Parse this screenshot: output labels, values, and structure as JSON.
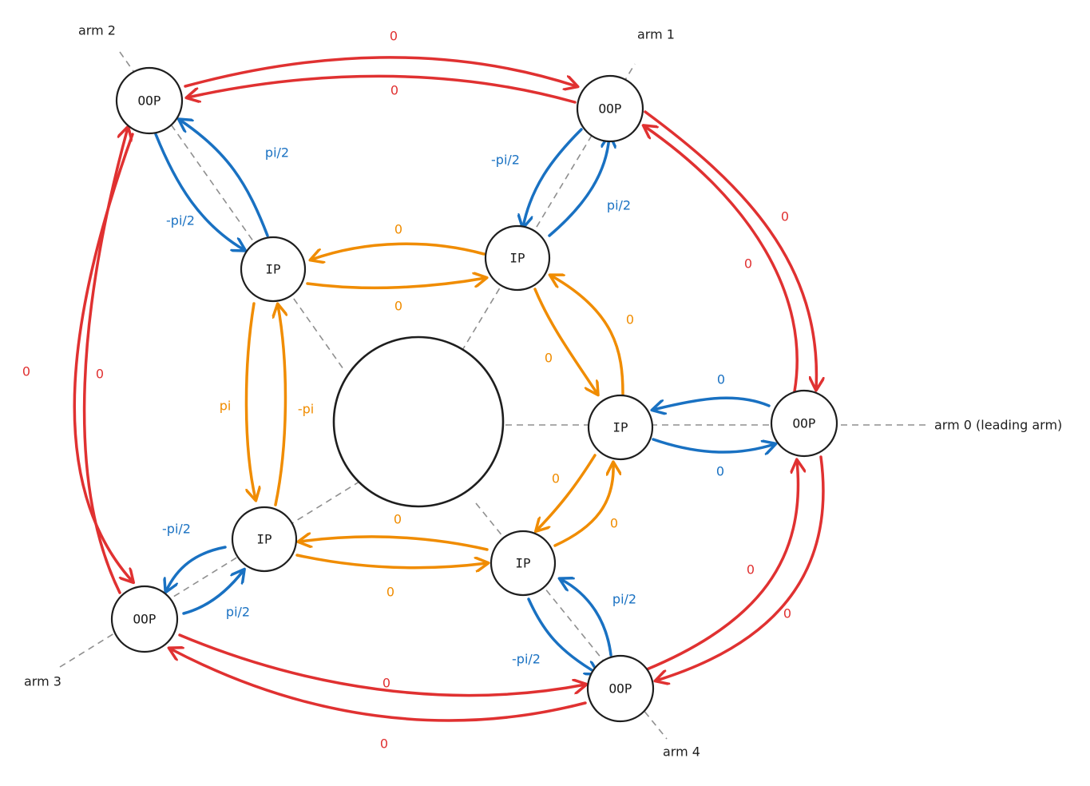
{
  "colors": {
    "red": "#e03131",
    "blue": "#1971c2",
    "orange": "#f08c00",
    "ink": "#1e1e1e",
    "axis": "#8f8f8f"
  },
  "axis_labels": {
    "arm0": "arm 0 (leading arm)",
    "arm1": "arm 1",
    "arm2": "arm 2",
    "arm3": "arm 3",
    "arm4": "arm 4"
  },
  "nodes": {
    "oop0": "OOP",
    "oop1": "OOP",
    "oop2": "OOP",
    "oop3": "OOP",
    "oop4": "OOP",
    "ip0": "IP",
    "ip1": "IP",
    "ip2": "IP",
    "ip3": "IP",
    "ip4": "IP"
  },
  "edge_labels": {
    "oop2_oop1_top": "0",
    "oop1_oop2_bottom": "0",
    "oop1_oop0_outer": "0",
    "oop0_oop1_inner": "0",
    "oop4_oop0_inner": "0",
    "oop0_oop4_outer": "0",
    "oop3_oop4_top": "0",
    "oop4_oop3_bottom": "0",
    "oop2_oop3_outer": "0",
    "oop3_oop2_inner": "0",
    "ip2_oop2": "pi/2",
    "oop2_ip2": "-pi/2",
    "oop1_ip1": "-pi/2",
    "ip1_oop1": "pi/2",
    "oop0_ip0": "0",
    "ip0_oop0": "0",
    "ip4_oop4": "pi/2",
    "oop4_ip4": "-pi/2",
    "oop3_ip3": "-pi/2",
    "ip3_oop3": "pi/2",
    "ip1_ip2": "0",
    "ip2_ip1": "0",
    "ip1_ip0": "0",
    "ip0_ip1": "0",
    "ip0_ip4": "0",
    "ip4_ip0": "0",
    "ip4_ip3": "0",
    "ip3_ip4": "0",
    "ip2_ip3": "pi",
    "ip3_ip2": "-pi"
  }
}
